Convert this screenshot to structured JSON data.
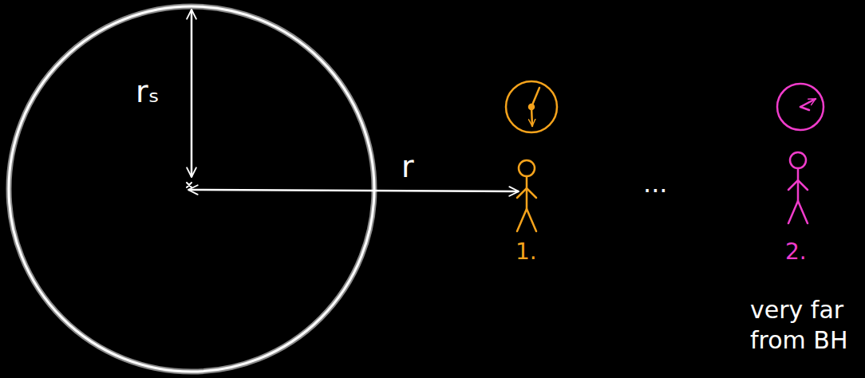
{
  "diagram": {
    "labels": [
      "rₛ",
      "r",
      "1.",
      "...",
      "2.",
      "very far from BH"
    ]
  }
}
